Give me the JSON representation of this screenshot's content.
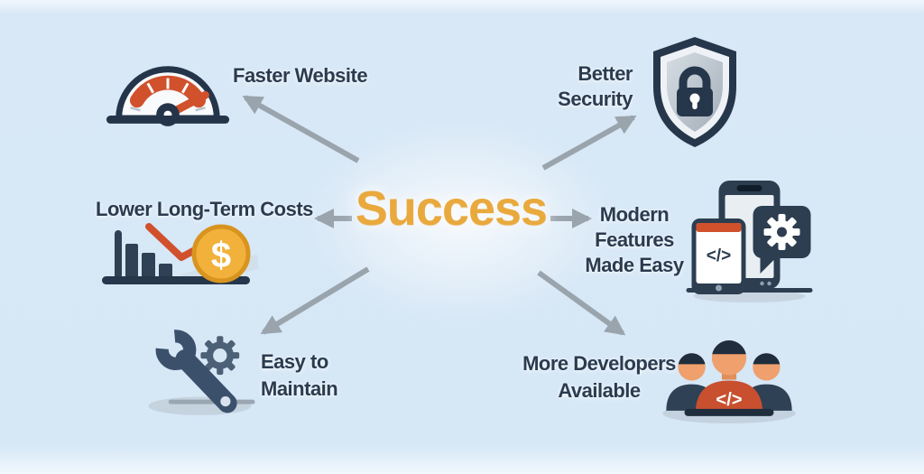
{
  "diagram": {
    "center_label": "Success",
    "nodes": {
      "faster_website": {
        "label": "Faster Website",
        "icon": "speedometer-icon"
      },
      "better_security": {
        "lines": [
          "Better",
          "Security"
        ],
        "icon": "shield-lock-icon"
      },
      "lower_costs": {
        "label": "Lower Long-Term Costs",
        "icon": "declining-chart-coin-icon",
        "coin_symbol": "$"
      },
      "modern_features": {
        "lines": [
          "Modern",
          "Features",
          "Made Easy"
        ],
        "icon": "devices-gear-icon",
        "code_glyph": "</>"
      },
      "easy_maintain": {
        "lines": [
          "Easy to",
          "Maintain"
        ],
        "icon": "wrench-gear-icon"
      },
      "more_developers": {
        "lines": [
          "More Developers",
          "Available"
        ],
        "icon": "developer-team-icon",
        "code_glyph": "</>"
      }
    },
    "connections": [
      {
        "from": "Success",
        "to": "Faster Website"
      },
      {
        "from": "Success",
        "to": "Better Security"
      },
      {
        "from": "Success",
        "to": "Lower Long-Term Costs"
      },
      {
        "from": "Success",
        "to": "Modern Features Made Easy"
      },
      {
        "from": "Success",
        "to": "Easy to Maintain"
      },
      {
        "from": "Success",
        "to": "More Developers Available"
      }
    ],
    "colors": {
      "background": "#d6e7f6",
      "accent_orange": "#e9a93d",
      "navy_text": "#2b3b4f",
      "arrow_gray": "#9aa4ad",
      "red": "#d1512d",
      "gold": "#f1b13a",
      "silver": "#b9c2cb",
      "shirt_red": "#c8502f",
      "skin": "#efa06d"
    }
  }
}
